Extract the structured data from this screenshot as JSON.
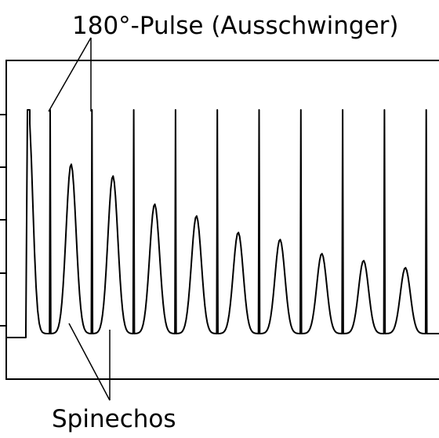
{
  "labels": {
    "pulses": "180°-Pulse (Ausschwinger)",
    "echoes": "Spinechos"
  },
  "signal": {
    "pulse_count": 10,
    "echo_count": 9,
    "echo_amplitudes": [
      0.72,
      0.67,
      0.55,
      0.5,
      0.43,
      0.4,
      0.34,
      0.31,
      0.28
    ]
  },
  "colors": {
    "line": "#000000",
    "background": "#ffffff"
  }
}
